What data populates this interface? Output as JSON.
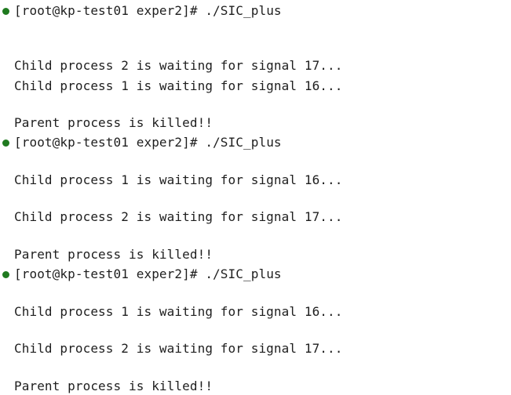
{
  "theme": {
    "success_dot_color": "#1f7a1f",
    "text_color": "#1e1e1e",
    "background": "#ffffff"
  },
  "terminal": {
    "runs": [
      {
        "status_icon": "success-dot-icon",
        "prompt": "[root@kp-test01 exper2]#",
        "command": "./SIC_plus",
        "output": [
          "Child process 2 is waiting for signal 17...",
          "Child process 1 is waiting for signal 16...",
          "Parent process is killed!!"
        ]
      },
      {
        "status_icon": "success-dot-icon",
        "prompt": "[root@kp-test01 exper2]#",
        "command": "./SIC_plus",
        "output": [
          "Child process 1 is waiting for signal 16...",
          "Child process 2 is waiting for signal 17...",
          "Parent process is killed!!"
        ]
      },
      {
        "status_icon": "success-dot-icon",
        "prompt": "[root@kp-test01 exper2]#",
        "command": "./SIC_plus",
        "output": [
          "Child process 1 is waiting for signal 16...",
          "Child process 2 is waiting for signal 17...",
          "Parent process is killed!!"
        ]
      }
    ]
  }
}
